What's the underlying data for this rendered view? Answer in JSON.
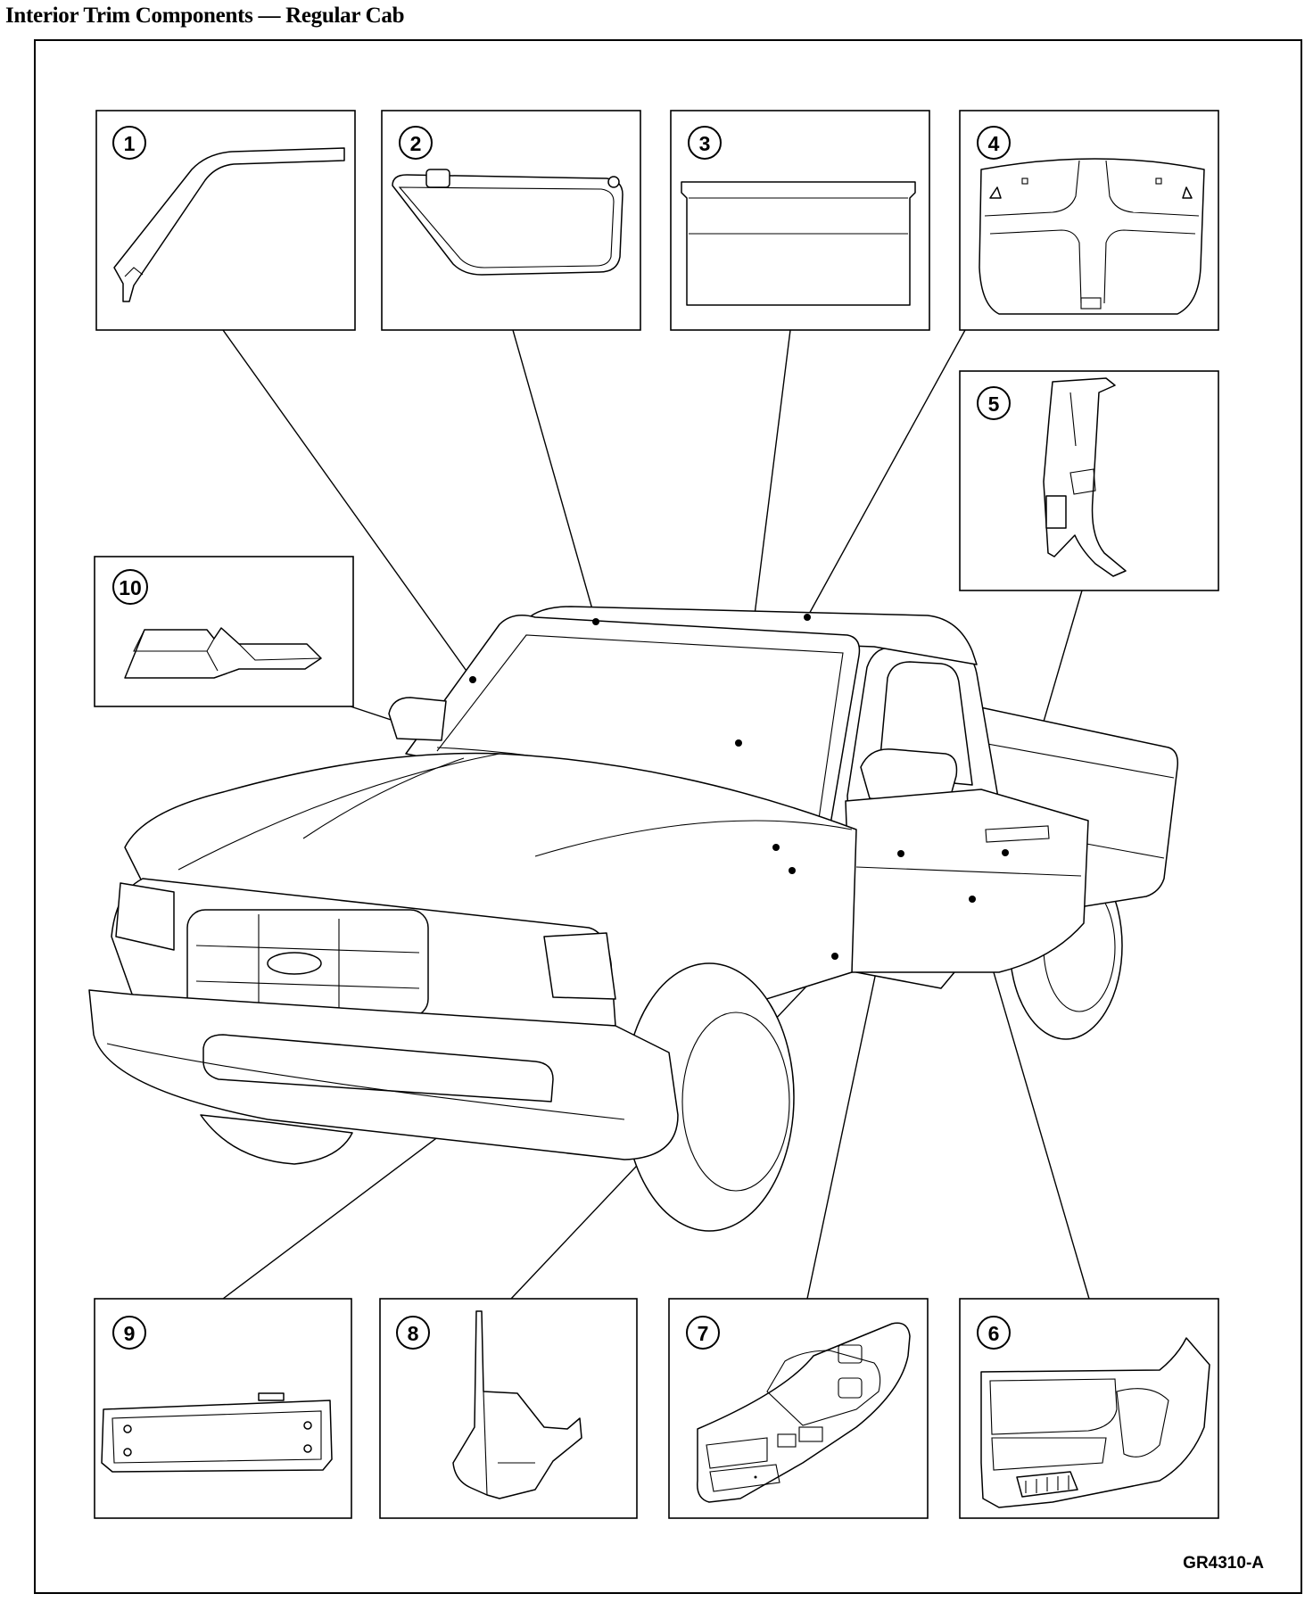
{
  "title": "Interior Trim Components — Regular Cab",
  "figure_id": "GR4310-A",
  "callouts": [
    {
      "number": "1"
    },
    {
      "number": "2"
    },
    {
      "number": "3"
    },
    {
      "number": "4"
    },
    {
      "number": "5"
    },
    {
      "number": "6"
    },
    {
      "number": "7"
    },
    {
      "number": "8"
    },
    {
      "number": "9"
    },
    {
      "number": "10"
    }
  ]
}
